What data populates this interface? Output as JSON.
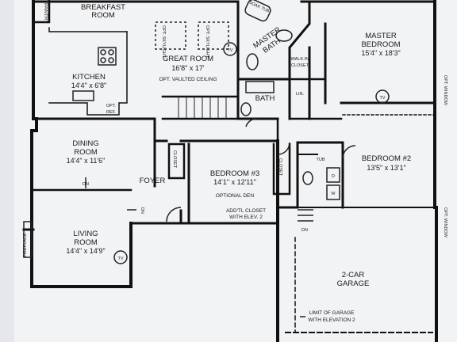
{
  "rooms": {
    "breakfast": {
      "name1": "BREAKFAST",
      "name2": "ROOM"
    },
    "pantry": "PANTRY",
    "kitchen": {
      "name": "KITCHEN",
      "dim": "14'4\" x 6'8\""
    },
    "ref": "REF.",
    "opt": "OPT.",
    "great_room": {
      "name": "GREAT ROOM",
      "dim": "16'8\" x 17'",
      "note": "OPT. VAULTED CEILING"
    },
    "skylight_left": "OPT. SKYLIGHT",
    "skylight_right": "OPT. SKYLIGHT",
    "master_bath": {
      "name1": "MASTER",
      "name2": "BATH"
    },
    "soak_tub": "SOAK TUB",
    "walk_in_closet": {
      "l1": "WALK-IN",
      "l2": "CLOSET"
    },
    "master_bedroom": {
      "name1": "MASTER",
      "name2": "BEDROOM",
      "dim": "15'4\" x 18'3\""
    },
    "bath": "BATH",
    "linen": "LIN.",
    "dining": {
      "name1": "DINING",
      "name2": "ROOM",
      "dim": "14'4\" x 11'6\""
    },
    "foyer": "FOYER",
    "closet_foyer": "CLOSET",
    "bedroom3": {
      "name": "BEDROOM #3",
      "dim": "14'1\" x 12'11\"",
      "note": "OPTIONAL DEN",
      "addtl1": "ADD'TL CLOSET",
      "addtl2": "WITH ELEV. 2"
    },
    "closet_bed3": "CLOSET",
    "tub": "TUB",
    "washer": "W",
    "dryer": "D",
    "bedroom2": {
      "name": "BEDROOM #2",
      "dim": "13'5\" x 13'1\""
    },
    "living": {
      "name1": "LIVING",
      "name2": "ROOM",
      "dim": "14'4\" x 14'9\""
    },
    "fireplace": "FIREPLACE",
    "garage": {
      "name1": "2-CAR",
      "name2": "GARAGE",
      "limit1": "LIMIT OF GARAGE",
      "limit2": "WITH ELEVATION 2"
    },
    "dn_living": "DN",
    "dn_foyer": "DN",
    "dn_garage": "DN",
    "opt_window_upper": "OPT. WINDOW",
    "opt_window_lower": "OPT. WINDOW",
    "tv_great": "TV",
    "tv_master": "TV",
    "tv_living": "TV"
  }
}
